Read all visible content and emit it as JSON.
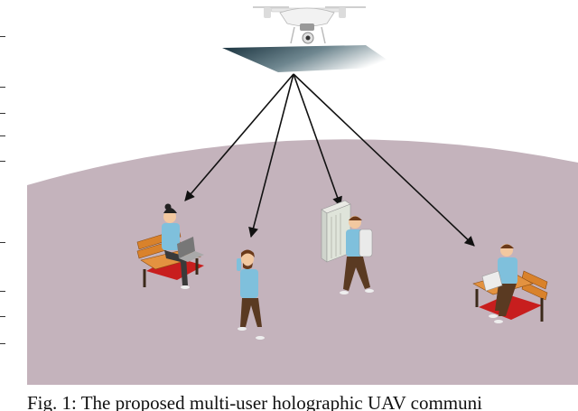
{
  "figure": {
    "caption": "Fig. 1: The proposed multi-user holographic UAV communi",
    "colors": {
      "ground": "#c4b3bc",
      "hologram_dark": "#1e3844",
      "hologram_light": "#ffffff",
      "arrow": "#111111",
      "shirt": "#7fc0dc",
      "bench": "#d9822b",
      "rug": "#c81e1e",
      "pants": "#5a3a22"
    },
    "elements": [
      "uav-drone",
      "hologram-plane",
      "user-woman-laptop-bench",
      "user-man-phone",
      "user-man-fridge",
      "user-man-laptop-bench"
    ]
  }
}
